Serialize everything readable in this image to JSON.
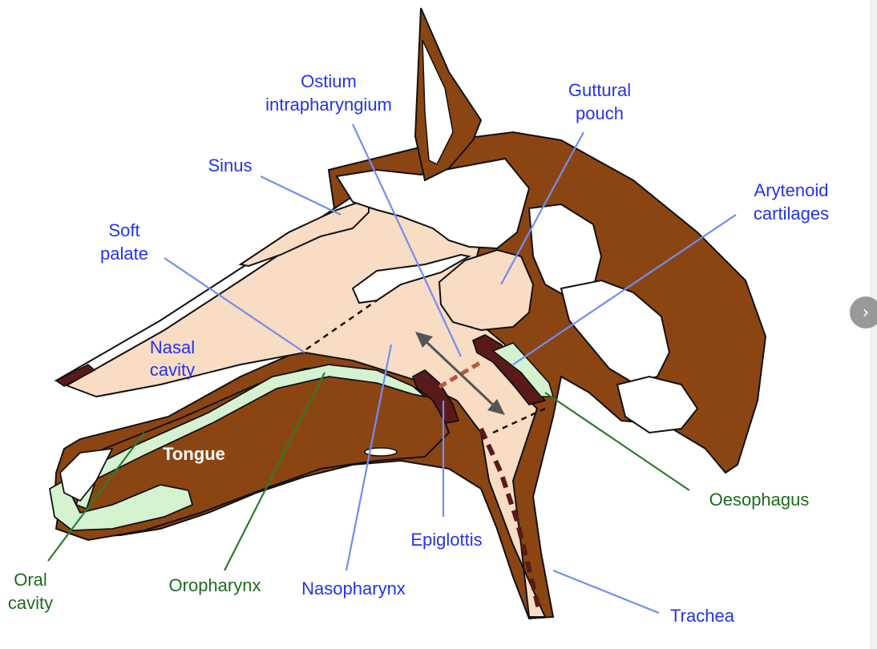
{
  "colors": {
    "tissue_brown": "#8b4513",
    "dark_brown": "#5a1a1a",
    "pale_peach": "#f8dcc4",
    "mucosa_green": "#d4f2d0",
    "label_blue": "#2233ee",
    "label_green": "#1e6b1e",
    "leader_blue": "#6f8ff0"
  },
  "labels": {
    "ostium": [
      "Ostium",
      "intrapharyngium"
    ],
    "guttural": [
      "Guttural",
      "pouch"
    ],
    "sinus": "Sinus",
    "arytenoid": [
      "Arytenoid",
      "cartilages"
    ],
    "soft_palate": [
      "Soft",
      "palate"
    ],
    "nasal_cavity": [
      "Nasal",
      "cavity"
    ],
    "tongue": "Tongue",
    "oesophagus": "Oesophagus",
    "epiglottis": "Epiglottis",
    "oral_cavity": [
      "Oral",
      "cavity"
    ],
    "oropharynx": "Oropharynx",
    "nasopharynx": "Nasopharynx",
    "trachea": "Trachea"
  },
  "ui": {
    "next_icon": "chevron-right-icon",
    "next_glyph": "›"
  }
}
